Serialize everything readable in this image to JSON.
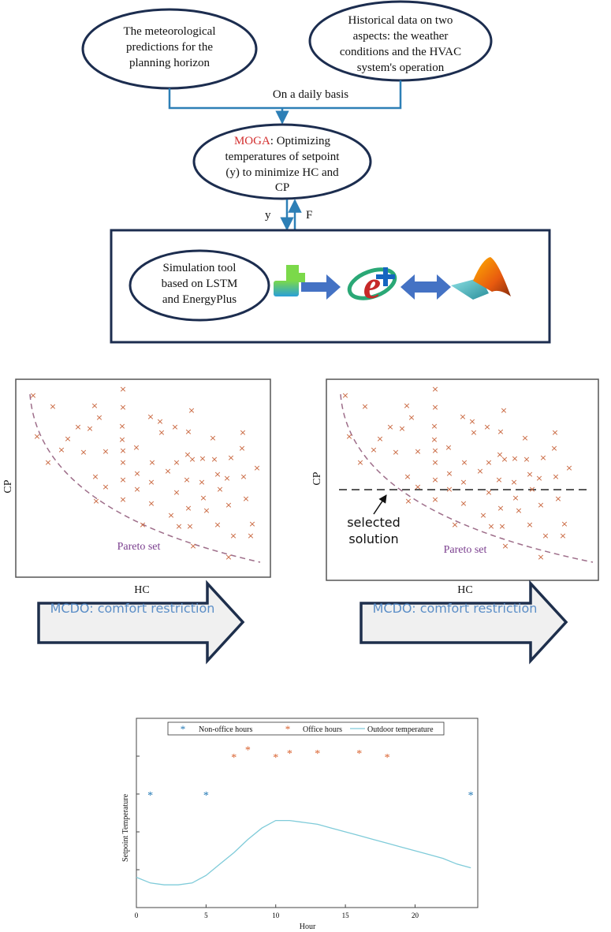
{
  "flow": {
    "top_left_ellipse": [
      "The meteorological",
      "predictions for the",
      "planning horizon"
    ],
    "top_right_ellipse": [
      "Historical data on two",
      "aspects: the weather",
      "conditions and the HVAC",
      "system's operation"
    ],
    "daily_label": "On a daily basis",
    "moga_keyword": "MOGA",
    "moga_line1_rest": ": Optimizing",
    "moga_lines": [
      "temperatures of setpoint",
      "(y) to minimize HC and",
      "CP"
    ],
    "arrow_down_label": "y",
    "arrow_up_label": "F",
    "sim_ellipse": [
      "Simulation tool",
      "based on LSTM",
      "and EnergyPlus"
    ]
  },
  "pareto_panels": {
    "y_label": "CP",
    "x_label": "HC",
    "curve_label": "Pareto set",
    "selected_label": [
      "selected",
      "solution"
    ],
    "mcdo_label": "MCDO: comfort restriction"
  },
  "colors": {
    "ellipse_stroke": "#1c2d4f",
    "connector": "#2d7fb6",
    "moga_red": "#d32f2f",
    "cross": "#c8643c",
    "pareto_curve": "#9e6e8a",
    "pareto_text": "#7a3e8e",
    "mcdo_text": "#5b8ec7",
    "big_arrow_fill": "#f0f0f0",
    "big_arrow_stroke": "#1e2f4c",
    "series_nonoffice": "#1f77b4",
    "series_office": "#d95f2b",
    "series_outdoor": "#7fcbd9"
  },
  "icons": [
    "lstm-tool-icon",
    "energyplus-icon",
    "matlab-icon"
  ],
  "chart_data": {
    "type": "scatter",
    "xlabel": "Hour",
    "ylabel": "Setpoint Temperature",
    "xlim": [
      0,
      24.5
    ],
    "ylim": [
      0,
      10
    ],
    "x_ticks": [
      0,
      5,
      10,
      15,
      20
    ],
    "y_ticks_labeled": false,
    "legend_position": "top",
    "series": [
      {
        "name": "Non-office hours",
        "marker": "*",
        "x": [
          1,
          5,
          24
        ],
        "y": [
          6.0,
          6.0,
          6.0
        ]
      },
      {
        "name": "Office hours",
        "marker": "*",
        "x": [
          7,
          8,
          10,
          11,
          13,
          16,
          18
        ],
        "y": [
          8.0,
          8.4,
          8.0,
          8.2,
          8.2,
          8.2,
          8.0
        ]
      },
      {
        "name": "Outdoor temperature",
        "marker": "line",
        "x": [
          0,
          1,
          2,
          3,
          4,
          5,
          6,
          7,
          8,
          9,
          10,
          11,
          12,
          13,
          14,
          15,
          16,
          17,
          18,
          19,
          20,
          21,
          22,
          23,
          24
        ],
        "y": [
          1.6,
          1.3,
          1.2,
          1.2,
          1.3,
          1.7,
          2.3,
          2.9,
          3.6,
          4.2,
          4.6,
          4.6,
          4.5,
          4.4,
          4.2,
          4.0,
          3.8,
          3.6,
          3.4,
          3.2,
          3.0,
          2.8,
          2.6,
          2.3,
          2.1
        ]
      }
    ]
  }
}
